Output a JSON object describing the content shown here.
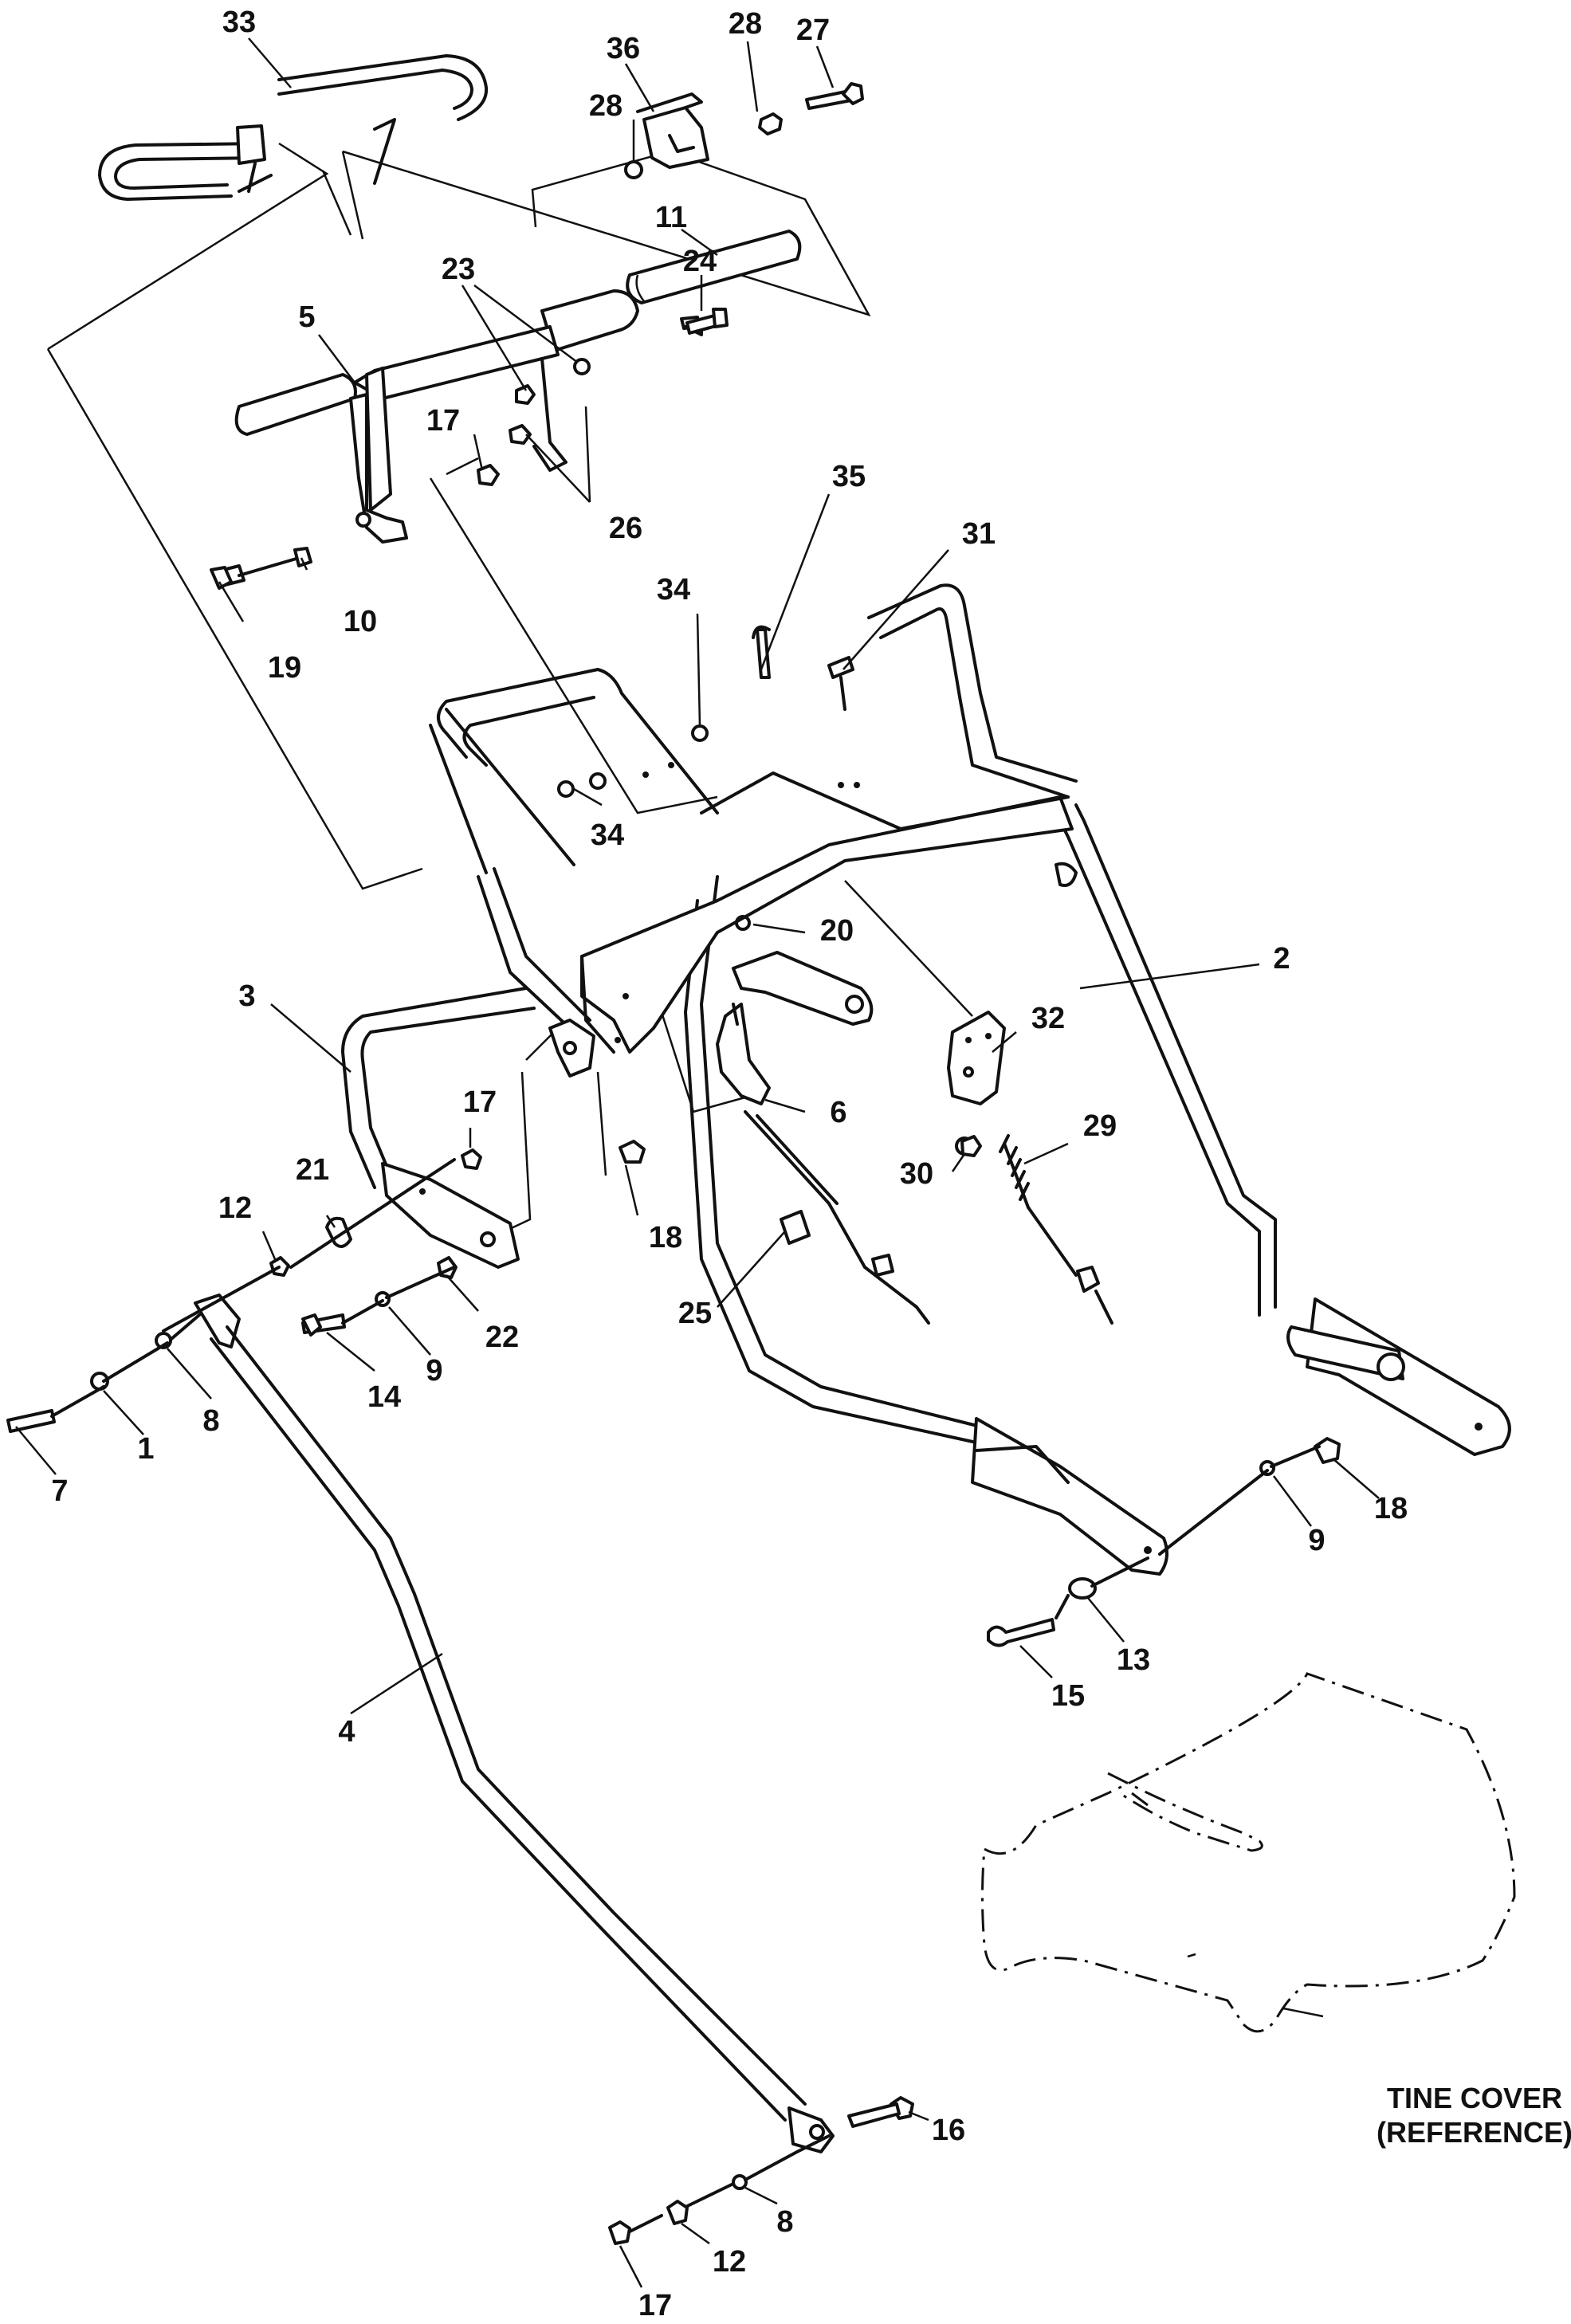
{
  "callouts": {
    "c33": "33",
    "c36": "36",
    "c28a": "28",
    "c28b": "28",
    "c27": "27",
    "c11": "11",
    "c23": "23",
    "c24": "24",
    "c5": "5",
    "c17a": "17",
    "c26": "26",
    "c35": "35",
    "c31": "31",
    "c34a": "34",
    "c34b": "34",
    "c19": "19",
    "c10": "10",
    "c20": "20",
    "c2": "2",
    "c3": "3",
    "c32": "32",
    "c17b": "17",
    "c6": "6",
    "c29": "29",
    "c30": "30",
    "c21": "21",
    "c12a": "12",
    "c18a": "18",
    "c22": "22",
    "c25": "25",
    "c9a": "9",
    "c14": "14",
    "c8a": "8",
    "c1": "1",
    "c7": "7",
    "c18b": "18",
    "c9b": "9",
    "c13": "13",
    "c15": "15",
    "c4": "4",
    "c16": "16",
    "c8b": "8",
    "c12b": "12",
    "c17c": "17"
  },
  "notes": {
    "tine_cover_line1": "TINE COVER",
    "tine_cover_line2": "(REFERENCE)"
  }
}
